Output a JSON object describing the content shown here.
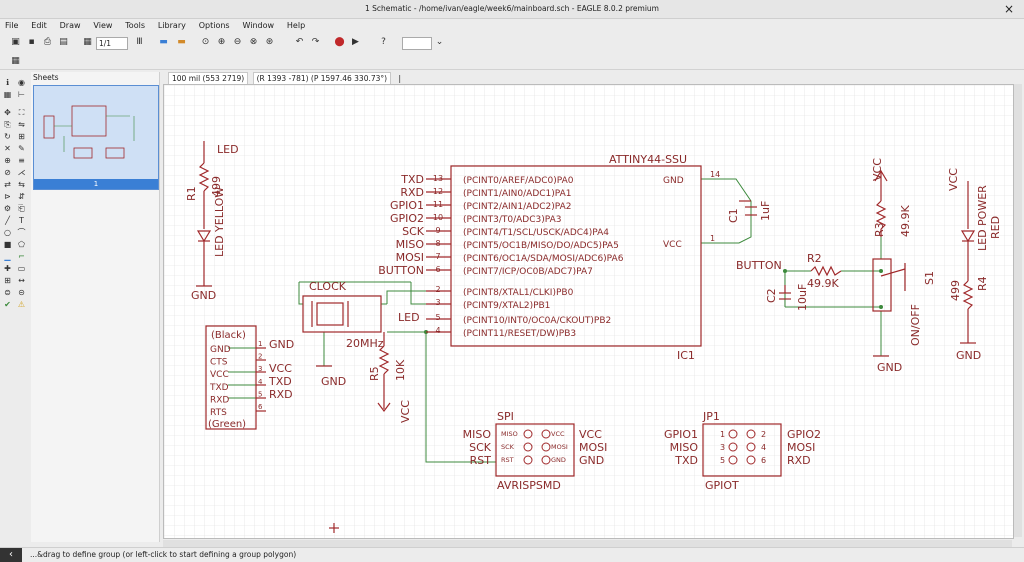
{
  "window": {
    "title": "1 Schematic - /home/ivan/eagle/week6/mainboard.sch - EAGLE 8.0.2 premium"
  },
  "menu": [
    "File",
    "Edit",
    "Draw",
    "View",
    "Tools",
    "Library",
    "Options",
    "Window",
    "Help"
  ],
  "toolbar": {
    "sheet_selector": "1/1",
    "grid_display": "100 mil (553 2719)",
    "coord_display": "(R 1393 -781) (P 1597.46 330.73°)"
  },
  "sheets": {
    "header": "Sheets",
    "items": [
      {
        "label": "1"
      }
    ]
  },
  "status": {
    "message": "...&drag to define group (or left-click to start defining a group polygon)"
  },
  "schematic": {
    "ic1": {
      "name": "ATTINY44-SSU",
      "ref": "IC1",
      "pins_left": [
        {
          "num": "13",
          "net": "TXD",
          "func": "(PCINT0/AREF/ADC0)PA0"
        },
        {
          "num": "12",
          "net": "RXD",
          "func": "(PCINT1/AIN0/ADC1)PA1"
        },
        {
          "num": "11",
          "net": "GPIO1",
          "func": "(PCINT2/AIN1/ADC2)PA2"
        },
        {
          "num": "10",
          "net": "GPIO2",
          "func": "(PCINT3/T0/ADC3)PA3"
        },
        {
          "num": "9",
          "net": "SCK",
          "func": "(PCINT4/T1/SCL/USCK/ADC4)PA4"
        },
        {
          "num": "8",
          "net": "MISO",
          "func": "(PCINT5/OC1B/MISO/DO/ADC5)PA5"
        },
        {
          "num": "7",
          "net": "MOSI",
          "func": "(PCINT6/OC1A/SDA/MOSI/ADC6)PA6"
        },
        {
          "num": "6",
          "net": "BUTTON",
          "func": "(PCINT7/ICP/OC0B/ADC7)PA7"
        }
      ],
      "pins_lower": [
        {
          "num": "2",
          "func": "(PCINT8/XTAL1/CLKI)PB0"
        },
        {
          "num": "3",
          "func": "(PCINT9/XTAL2)PB1"
        },
        {
          "num": "5",
          "func": "(PCINT10/INT0/OC0A/CKOUT)PB2"
        },
        {
          "num": "4",
          "func": "(PCINT11/RESET/DW)PB3"
        }
      ],
      "gnd_pin": "GND",
      "gnd_num": "14",
      "vcc_pin": "VCC",
      "vcc_num": "1"
    },
    "labels": {
      "led": "LED",
      "r1": "R1",
      "r1_val": "499",
      "led_color": "LED YELLOW",
      "gnd": "GND",
      "vcc": "VCC",
      "clock": "CLOCK",
      "clock_freq": "20MHz",
      "r5": "R5",
      "r5_val": "10K",
      "c1": "C1",
      "c1_val": "1uF",
      "r2": "R2",
      "r2_val": "49.9K",
      "c2": "C2",
      "c2_val": "10uF",
      "r3": "R3",
      "r3_val": "49.9K",
      "s1": "S1",
      "onoff": "ON/OFF",
      "button": "BUTTON",
      "ledpower": "LED POWER",
      "red": "RED",
      "r4": "R4",
      "r4_val": "499",
      "led_net": "LED",
      "spi": "SPI",
      "avrisp": "AVRISPSMD",
      "jp1": "JP1",
      "gpiot": "GPIOT"
    },
    "ftdi": {
      "top": "(Black)",
      "bottom": "(Green)",
      "pins": [
        "GND",
        "CTS",
        "VCC",
        "TXD",
        "RXD",
        "RTS"
      ],
      "nums": [
        "1",
        "2",
        "3",
        "4",
        "5",
        "6"
      ],
      "nets": [
        "GND",
        "VCC",
        "TXD",
        "RXD"
      ]
    },
    "spi": {
      "left": [
        "MISO",
        "SCK",
        "RST"
      ],
      "right": [
        "VCC",
        "MOSI",
        "GND"
      ],
      "inner_left": [
        "MISO",
        "SCK",
        "RST"
      ],
      "inner_right": [
        "VCC",
        "MOSI",
        "GND"
      ]
    },
    "jp1": {
      "left": [
        "GPIO1",
        "MISO",
        "TXD"
      ],
      "right": [
        "GPIO2",
        "MOSI",
        "RXD"
      ],
      "nums_left": [
        "1",
        "3",
        "5"
      ],
      "nums_right": [
        "2",
        "4",
        "6"
      ]
    }
  },
  "colors": {
    "wire": "#3c8a3c",
    "symbol": "#a0282a",
    "grid": "#dcdcdc",
    "accent": "#3a7fd5"
  }
}
